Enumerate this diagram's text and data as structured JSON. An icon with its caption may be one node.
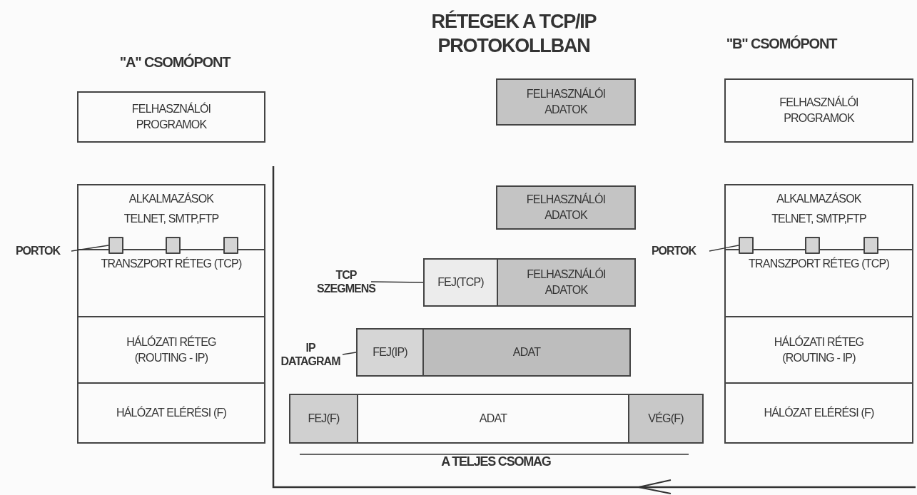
{
  "diagram": {
    "title": "RÉTEGEK A TCP/IP PROTOKOLLBAN",
    "nodes": [
      {
        "text": [
          "FELHASZNÁLÓI PROGRAMOK"
        ]
      },
      {
        "text": [
          "ALKALMAZÁSOK",
          "TELNET, SMTP,FTP"
        ]
      },
      {
        "text": [
          "TRANSZPORT RÉTEG (TCP)"
        ]
      },
      {
        "text": [
          "HÁLÓZATI RÉTEG (ROUTING - IP)"
        ]
      },
      {
        "text": [
          "HÁLÓZAT ELÉRÉSI (F)"
        ]
      },
      {
        "text": [],
        "shape": "box"
      },
      {
        "text": [],
        "shape": "box"
      },
      {
        "text": [],
        "shape": "box"
      },
      {
        "text": [
          "PORTOK"
        ]
      },
      {
        "text": [
          "FELHASZNÁLÓI ADATOK"
        ]
      },
      {
        "text": [
          "FELHASZNÁLÓI ADATOK"
        ]
      },
      {
        "text": [
          "TCP SZEGMENS"
        ]
      },
      {
        "text": [
          "FEJ(TCP)"
        ]
      },
      {
        "text": [
          "FELHASZNÁLÓI ADATOK"
        ]
      },
      {
        "text": [
          "IP DATAGRAM"
        ]
      },
      {
        "text": [
          "FEJ(IP)"
        ]
      },
      {
        "text": [
          "ADAT"
        ]
      },
      {
        "text": [
          "FEJ(F)"
        ]
      },
      {
        "text": [
          "ADAT"
        ]
      },
      {
        "text": [
          "VÉG(F)"
        ]
      },
      {
        "text": [
          "FELHASZNÁLÓI PROGRAMOK"
        ]
      },
      {
        "text": [
          "ALKALMAZÁSOK",
          "TELNET, SMTP,FTP"
        ]
      },
      {
        "text": [
          "TRANSZPORT RÉTEG (TCP)"
        ]
      },
      {
        "text": [
          "HÁLÓZATI RÉTEG (ROUTING - IP)"
        ]
      },
      {
        "text": [
          "HÁLÓZAT ELÉRÉSI (F)"
        ]
      },
      {
        "text": [],
        "shape": "box"
      },
      {
        "text": [],
        "shape": "box"
      },
      {
        "text": [],
        "shape": "box"
      },
      {
        "text": [
          "PORTOK"
        ]
      }
    ],
    "edges": [
      {
        "from": 8,
        "to": 5,
        "arrow": "none"
      },
      {
        "from": 11,
        "to": 12,
        "arrow": "none"
      },
      {
        "from": 14,
        "to": 15,
        "arrow": "none"
      },
      {
        "from": 28,
        "to": 25,
        "arrow": "none"
      }
    ],
    "labels": [
      "\"A\" CSOMÓPONT",
      "\"B\" CSOMÓPONT",
      "A TELJES CSOMAG"
    ]
  }
}
